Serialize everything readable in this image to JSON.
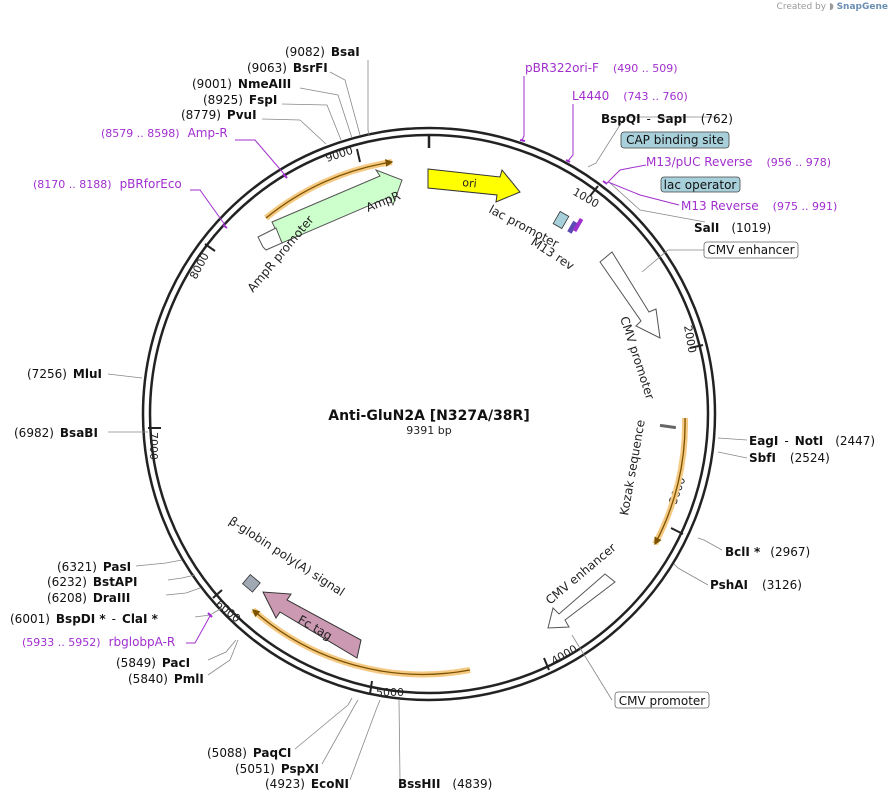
{
  "credit": {
    "prefix": "Created by",
    "brand": "SnapGene"
  },
  "plasmid": {
    "name": "Anti-GluN2A [N327A/38R]",
    "length_label": "9391 bp"
  },
  "scale_labels": [
    "1000",
    "2000",
    "3000",
    "4000",
    "5000",
    "6000",
    "7000",
    "8000",
    "9000"
  ],
  "enzymes": [
    {
      "site": "(9082)",
      "name": "BsaI"
    },
    {
      "site": "(9063)",
      "name": "BsrFI"
    },
    {
      "site": "(9001)",
      "name": "NmeAIII"
    },
    {
      "site": "(8925)",
      "name": "FspI"
    },
    {
      "site": "(8779)",
      "name": "PvuI"
    },
    {
      "site": "(762)",
      "name": "BspQI",
      "name2": "SapI",
      "sep": "-"
    },
    {
      "site": "(1019)",
      "name": "SalI"
    },
    {
      "site": "(2447)",
      "name": "EagI",
      "name2": "NotI",
      "sep": "-"
    },
    {
      "site": "(2524)",
      "name": "SbfI"
    },
    {
      "site": "(2967)",
      "name": "BclI *"
    },
    {
      "site": "(3126)",
      "name": "PshAI"
    },
    {
      "site": "(4839)",
      "name": "BssHII"
    },
    {
      "site": "(4923)",
      "name": "EcoNI"
    },
    {
      "site": "(5051)",
      "name": "PspXI"
    },
    {
      "site": "(5088)",
      "name": "PaqCI"
    },
    {
      "site": "(5840)",
      "name": "PmlI"
    },
    {
      "site": "(5849)",
      "name": "PacI"
    },
    {
      "site": "(6001)",
      "name": "BspDI *",
      "name2": "ClaI *",
      "sep": "-"
    },
    {
      "site": "(6208)",
      "name": "DraIII"
    },
    {
      "site": "(6232)",
      "name": "BstAPI"
    },
    {
      "site": "(6321)",
      "name": "PasI"
    },
    {
      "site": "(6982)",
      "name": "BsaBI"
    },
    {
      "site": "(7256)",
      "name": "MluI"
    }
  ],
  "primers": [
    {
      "name": "pBR322ori-F",
      "range": "(490 .. 509)"
    },
    {
      "name": "L4440",
      "range": "(743 .. 760)"
    },
    {
      "name": "M13/pUC Reverse",
      "range": "(956 .. 978)"
    },
    {
      "name": "M13 Reverse",
      "range": "(975 .. 991)"
    },
    {
      "name": "Amp-R",
      "range": "(8579 .. 8598)"
    },
    {
      "name": "pBRforEco",
      "range": "(8170 .. 8188)"
    },
    {
      "name": "rbglobpA-R",
      "range": "(5933 .. 5952)"
    }
  ],
  "boxed_features": [
    {
      "name": "CAP binding site",
      "fill": "#a8d0db"
    },
    {
      "name": "lac operator",
      "fill": "#a8d0db"
    },
    {
      "name": "CMV enhancer",
      "fill": "#ffffff"
    },
    {
      "name": "CMV promoter",
      "fill": "#ffffff"
    }
  ],
  "features": {
    "ori": "ori",
    "ampr": "AmpR",
    "ampr_promoter": "AmpR promoter",
    "lac_promoter": "lac promoter",
    "m13_rev": "M13 rev",
    "cmv_promoter": "CMV promoter",
    "kozak": "Kozak sequence",
    "cmv_enhancer": "CMV enhancer",
    "fc_tag": "Fc tag",
    "bglobin": "β-globin poly(A) signal"
  },
  "colors": {
    "primer": "#a12fce",
    "ori": "#ffff00",
    "ampr": "#ccffcc",
    "fc_tag": "#cc99b2",
    "orf": "#f5c981",
    "cap": "#a8d0db",
    "polyA": "#a0a8b4"
  }
}
